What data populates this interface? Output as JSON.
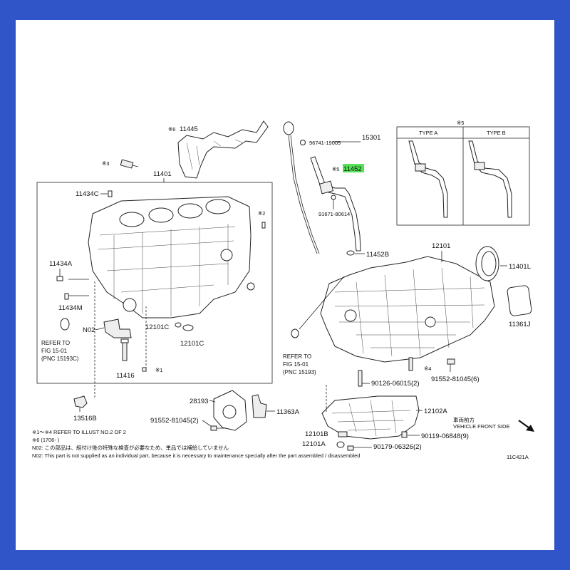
{
  "diagram": {
    "callouts": {
      "p11445": "11445",
      "p11445_note": "※6",
      "p15301": "15301",
      "p96741": "96741-19005",
      "p11452": "11452",
      "p11452_note": "※5",
      "p91671": "91671-80614",
      "p11452B": "11452B",
      "p11401": "11401",
      "p11401_note": "※3",
      "p11434C": "11434C",
      "star2": "※2",
      "p11434A": "11434A",
      "p11434M": "11434M",
      "pN02": "N02",
      "p12101C_1": "12101C",
      "p12101C_2": "12101C",
      "p11416": "11416",
      "star1": "※1",
      "p13516B": "13516B",
      "p28193": "28193",
      "p91552a": "91552-81045(2)",
      "p11363A": "11363A",
      "p12101": "12101",
      "p11401L": "11401L",
      "p11361J": "11361J",
      "star4": "※4",
      "p91552b": "91552-81045(6)",
      "p90126": "90126-06015(2)",
      "p12102A": "12102A",
      "p12101B": "12101B",
      "p12101A": "12101A",
      "p90119": "90119-06848(9)",
      "p90179": "90179-06326(2)"
    },
    "refer1": [
      "REFER TO",
      "FIG 15-01",
      "(PNC 15193C)"
    ],
    "refer2": [
      "REFER TO",
      "FIG 15-01",
      "(PNC 15193)"
    ],
    "inset": {
      "note": "※5",
      "type_a": "TYPE A",
      "type_b": "TYPE B"
    },
    "vehicle_front_jp": "車両前方",
    "vehicle_front": "VEHICLE FRONT SIDE",
    "footnotes": [
      "※1～※4 REFER TO ILLUST NO.2 OF 2",
      "※6 (1706-      )",
      "N02: この部品は、組付け後の特殊な検査が必要なため、単品では補給していません",
      "N02: This part is not supplied as an individual part, because it is necessary to maintenance specially after the part assembled / disassembled"
    ],
    "figure_code": "11C421A"
  },
  "colors": {
    "frame": "#2f55c8",
    "highlight": "#55e055"
  }
}
